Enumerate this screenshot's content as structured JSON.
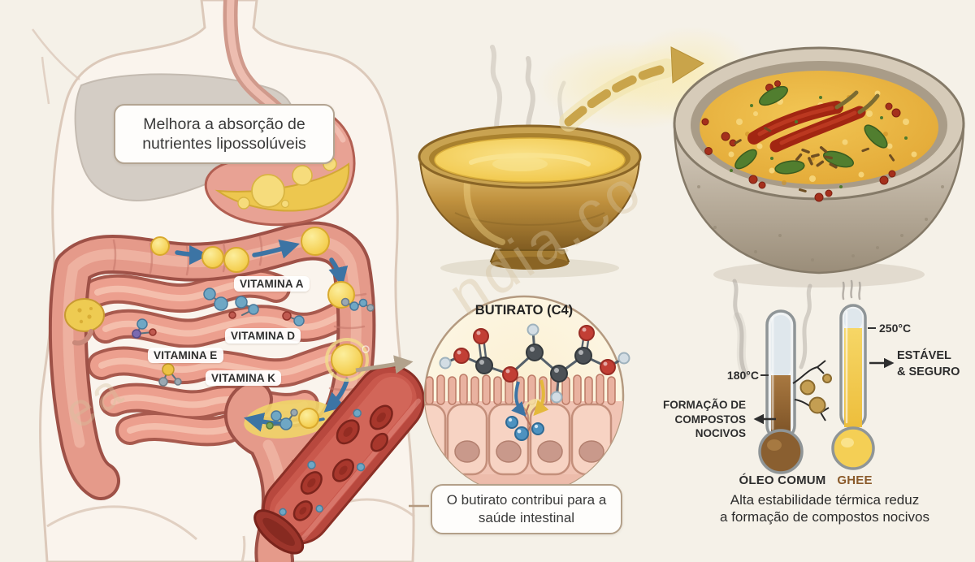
{
  "left_panel": {
    "absorption_label": "Melhora a absorção de nutrientes lipossolúveis",
    "vitamins": [
      {
        "label": "VITAMINA A"
      },
      {
        "label": "VITAMINA D"
      },
      {
        "label": "VITAMINA E"
      },
      {
        "label": "VITAMINA K"
      }
    ]
  },
  "butyrate_inset": {
    "title": "BUTIRATO (C4)",
    "caption": "O butirato contribui para a saúde intestinal"
  },
  "thermometers": {
    "oil": {
      "temp": "180°C",
      "warning_line1": "FORMAÇÃO DE",
      "warning_line2": "COMPOSTOS",
      "warning_line3": "NOCIVOS",
      "name": "ÓLEO COMUM",
      "liquid_color": "#8A5F30"
    },
    "ghee": {
      "temp": "250°C",
      "status_line1": "ESTÁVEL",
      "status_line2": "& SEGURO",
      "name": "GHEE",
      "name_color": "#8A5A2A",
      "liquid_color": "#F2C84E"
    },
    "caption_line1": "Alta estabilidade térmica reduz",
    "caption_line2": "a formação de compostos nocivos"
  },
  "watermark": {
    "fragment_main": "ndia.co",
    "fragment_small": "ea"
  },
  "colors": {
    "background": "#F5F1E8",
    "intestine_pink": "#EC9F8E",
    "intestine_outline": "#9E5147",
    "ghee_yellow": "#F2C84E",
    "arrow_blue": "#3C74A4",
    "vessel_red": "#B8483E",
    "gold_arrow": "#C9A44A",
    "ghee_label_brown": "#8A5A2A"
  },
  "icons": {
    "flow_arrow": "dashed-gold-arrow-icon",
    "absorption_arrows": "blue-flow-arrow-icon",
    "steam": "steam-wisps-icon",
    "warning_arrow": "left-arrow-icon",
    "safe_arrow": "right-arrow-icon"
  }
}
